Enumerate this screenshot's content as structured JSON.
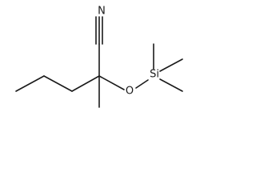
{
  "molecule": {
    "atoms": {
      "nitrogen": "N",
      "oxygen": "O",
      "silicon": "Si"
    },
    "bond_color": "#1a1a1a",
    "background": "#ffffff"
  }
}
